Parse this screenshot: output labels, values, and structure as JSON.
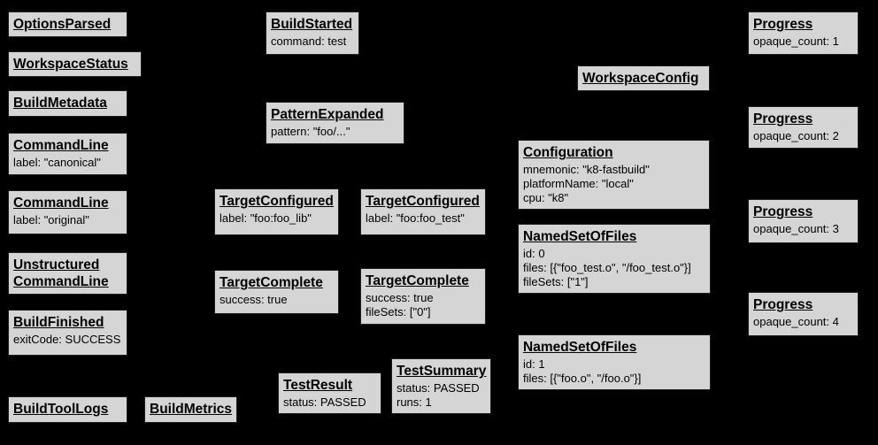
{
  "diagram": {
    "description": "Build event protocol graph",
    "background_color": "#000000",
    "node_fill_color": "#d5d5d5",
    "node_border_color": "#1f1f1f",
    "node_text_color": "#000000"
  },
  "nodes": {
    "options_parsed": {
      "title": "OptionsParsed",
      "body": ""
    },
    "workspace_status": {
      "title": "WorkspaceStatus",
      "body": ""
    },
    "build_metadata": {
      "title": "BuildMetadata",
      "body": ""
    },
    "command_line_canonical": {
      "title": "CommandLine",
      "body": "label: \"canonical\""
    },
    "command_line_original": {
      "title": "CommandLine",
      "body": "label: \"original\""
    },
    "unstructured_command_line": {
      "title": "Unstructured\nCommandLine",
      "body": ""
    },
    "build_finished": {
      "title": "BuildFinished",
      "body": "exitCode: SUCCESS"
    },
    "build_tool_logs": {
      "title": "BuildToolLogs",
      "body": ""
    },
    "build_metrics": {
      "title": "BuildMetrics",
      "body": ""
    },
    "build_started": {
      "title": "BuildStarted",
      "body": "command: test"
    },
    "pattern_expanded": {
      "title": "PatternExpanded",
      "body": "pattern: \"foo/...\""
    },
    "target_configured_foo_lib": {
      "title": "TargetConfigured",
      "body": "label: \"foo:foo_lib\""
    },
    "target_configured_foo_test": {
      "title": "TargetConfigured",
      "body": "label: \"foo:foo_test\""
    },
    "target_complete_foo_lib": {
      "title": "TargetComplete",
      "body": "success: true"
    },
    "target_complete_foo_test": {
      "title": "TargetComplete",
      "body": "success: true\nfileSets: [\"0\"]"
    },
    "test_result": {
      "title": "TestResult",
      "body": "status: PASSED"
    },
    "test_summary": {
      "title": "TestSummary",
      "body": "status: PASSED\nruns: 1"
    },
    "workspace_config": {
      "title": "WorkspaceConfig",
      "body": ""
    },
    "configuration": {
      "title": "Configuration",
      "body": "mnemonic: \"k8-fastbuild\"\nplatformName: \"local\"\ncpu: \"k8\""
    },
    "named_set_of_files_0": {
      "title": "NamedSetOfFiles",
      "body": "id: 0\nfiles: [{\"foo_test.o\", \"/foo_test.o\"}]\nfileSets: [\"1\"]"
    },
    "named_set_of_files_1": {
      "title": "NamedSetOfFiles",
      "body": "id: 1\nfiles: [{\"foo.o\", \"/foo.o\"}]"
    },
    "progress_1": {
      "title": "Progress",
      "body": "opaque_count: 1"
    },
    "progress_2": {
      "title": "Progress",
      "body": "opaque_count: 2"
    },
    "progress_3": {
      "title": "Progress",
      "body": "opaque_count: 3"
    },
    "progress_4": {
      "title": "Progress",
      "body": "opaque_count: 4"
    }
  }
}
